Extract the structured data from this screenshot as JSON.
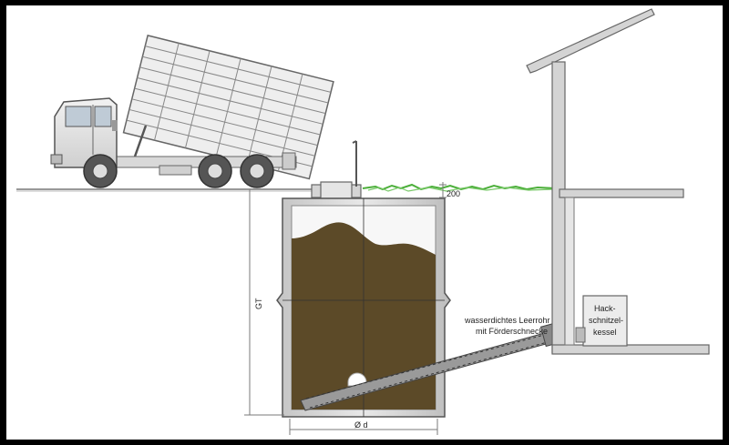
{
  "labels": {
    "pipe_line1": "wasserdichtes Leerrohr",
    "pipe_line2": "mit Förderschnecke",
    "boiler_line1": "Hack-",
    "boiler_line2": "schnitzel-",
    "boiler_line3": "kessel",
    "clearance": "200",
    "depth": "GT",
    "diameter": "Ø d"
  },
  "colors": {
    "frame": "#000000",
    "background": "#ffffff",
    "tank_fill": "#d9d9d9",
    "tank_stroke": "#555555",
    "wood_chips": "#5c4a28",
    "grass": "#4caf3a",
    "building_wall": "#d4d4d4",
    "truck": "#e6e6e6",
    "auger": "#666666",
    "dimension_line": "#7a7a7a"
  }
}
